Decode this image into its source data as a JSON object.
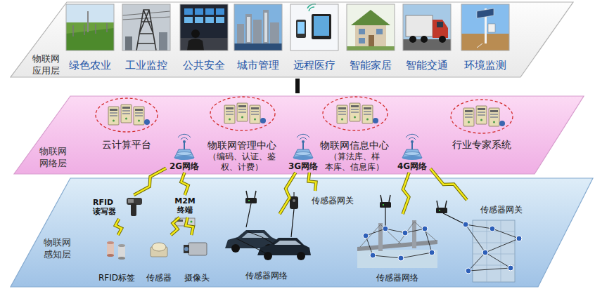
{
  "diagram": {
    "nodes": [
      {
        "text": [
          "物联网 应用层"
        ]
      },
      {
        "text": [
          "绿色农业"
        ],
        "in": 0
      },
      {
        "text": [
          "工业监控"
        ],
        "in": 0
      },
      {
        "text": [
          "公共安全"
        ],
        "in": 0
      },
      {
        "text": [
          "城市管理"
        ],
        "in": 0
      },
      {
        "text": [
          "远程医疗"
        ],
        "in": 0
      },
      {
        "text": [
          "智能家居"
        ],
        "in": 0
      },
      {
        "text": [
          "智能交通"
        ],
        "in": 0
      },
      {
        "text": [
          "环境监测"
        ],
        "in": 0
      },
      {
        "text": [
          "物联网 网络层"
        ]
      },
      {
        "text": [
          "云计算平台"
        ],
        "in": 9
      },
      {
        "text": [
          "2G网络"
        ],
        "in": 9
      },
      {
        "text": [
          "物联网管理中心",
          "（编码、认证、鉴 权、计费）"
        ],
        "in": 9
      },
      {
        "text": [
          "3G网络"
        ],
        "in": 9
      },
      {
        "text": [
          "物联网信息中心",
          "（算法库、样 本库、信息库）"
        ],
        "in": 9
      },
      {
        "text": [
          "4G网络"
        ],
        "in": 9
      },
      {
        "text": [
          "行业专家系统"
        ],
        "in": 9
      },
      {
        "text": [
          "物联网 感知层"
        ]
      },
      {
        "text": [
          "RFID 读写器"
        ],
        "in": 17
      },
      {
        "text": [
          "M2M 终端"
        ],
        "in": 17
      },
      {
        "text": [
          "传感器网关"
        ],
        "in": 17
      },
      {
        "text": [
          "传感器网关"
        ],
        "in": 17
      },
      {
        "text": [
          "RFID标签"
        ],
        "in": 17
      },
      {
        "text": [
          "传感器"
        ],
        "in": 17
      },
      {
        "text": [
          "摄像头"
        ],
        "in": 17
      },
      {
        "text": [
          "传感器网络"
        ],
        "in": 17
      },
      {
        "text": [
          "传感器网络"
        ],
        "in": 17
      }
    ],
    "edges": [
      {
        "from": 0,
        "to": 9,
        "arrow": "none"
      },
      {
        "from": 11,
        "to": 18,
        "arrow": "none"
      },
      {
        "from": 11,
        "to": 19,
        "arrow": "none"
      },
      {
        "from": 13,
        "to": 25,
        "arrow": "none"
      },
      {
        "from": 13,
        "to": 20,
        "arrow": "none"
      },
      {
        "from": 15,
        "to": 26,
        "arrow": "none"
      },
      {
        "from": 15,
        "to": 21,
        "arrow": "none"
      },
      {
        "from": 18,
        "to": 22,
        "arrow": "none"
      },
      {
        "from": 19,
        "to": 23,
        "arrow": "none"
      },
      {
        "from": 19,
        "to": 24,
        "arrow": "none"
      }
    ]
  }
}
